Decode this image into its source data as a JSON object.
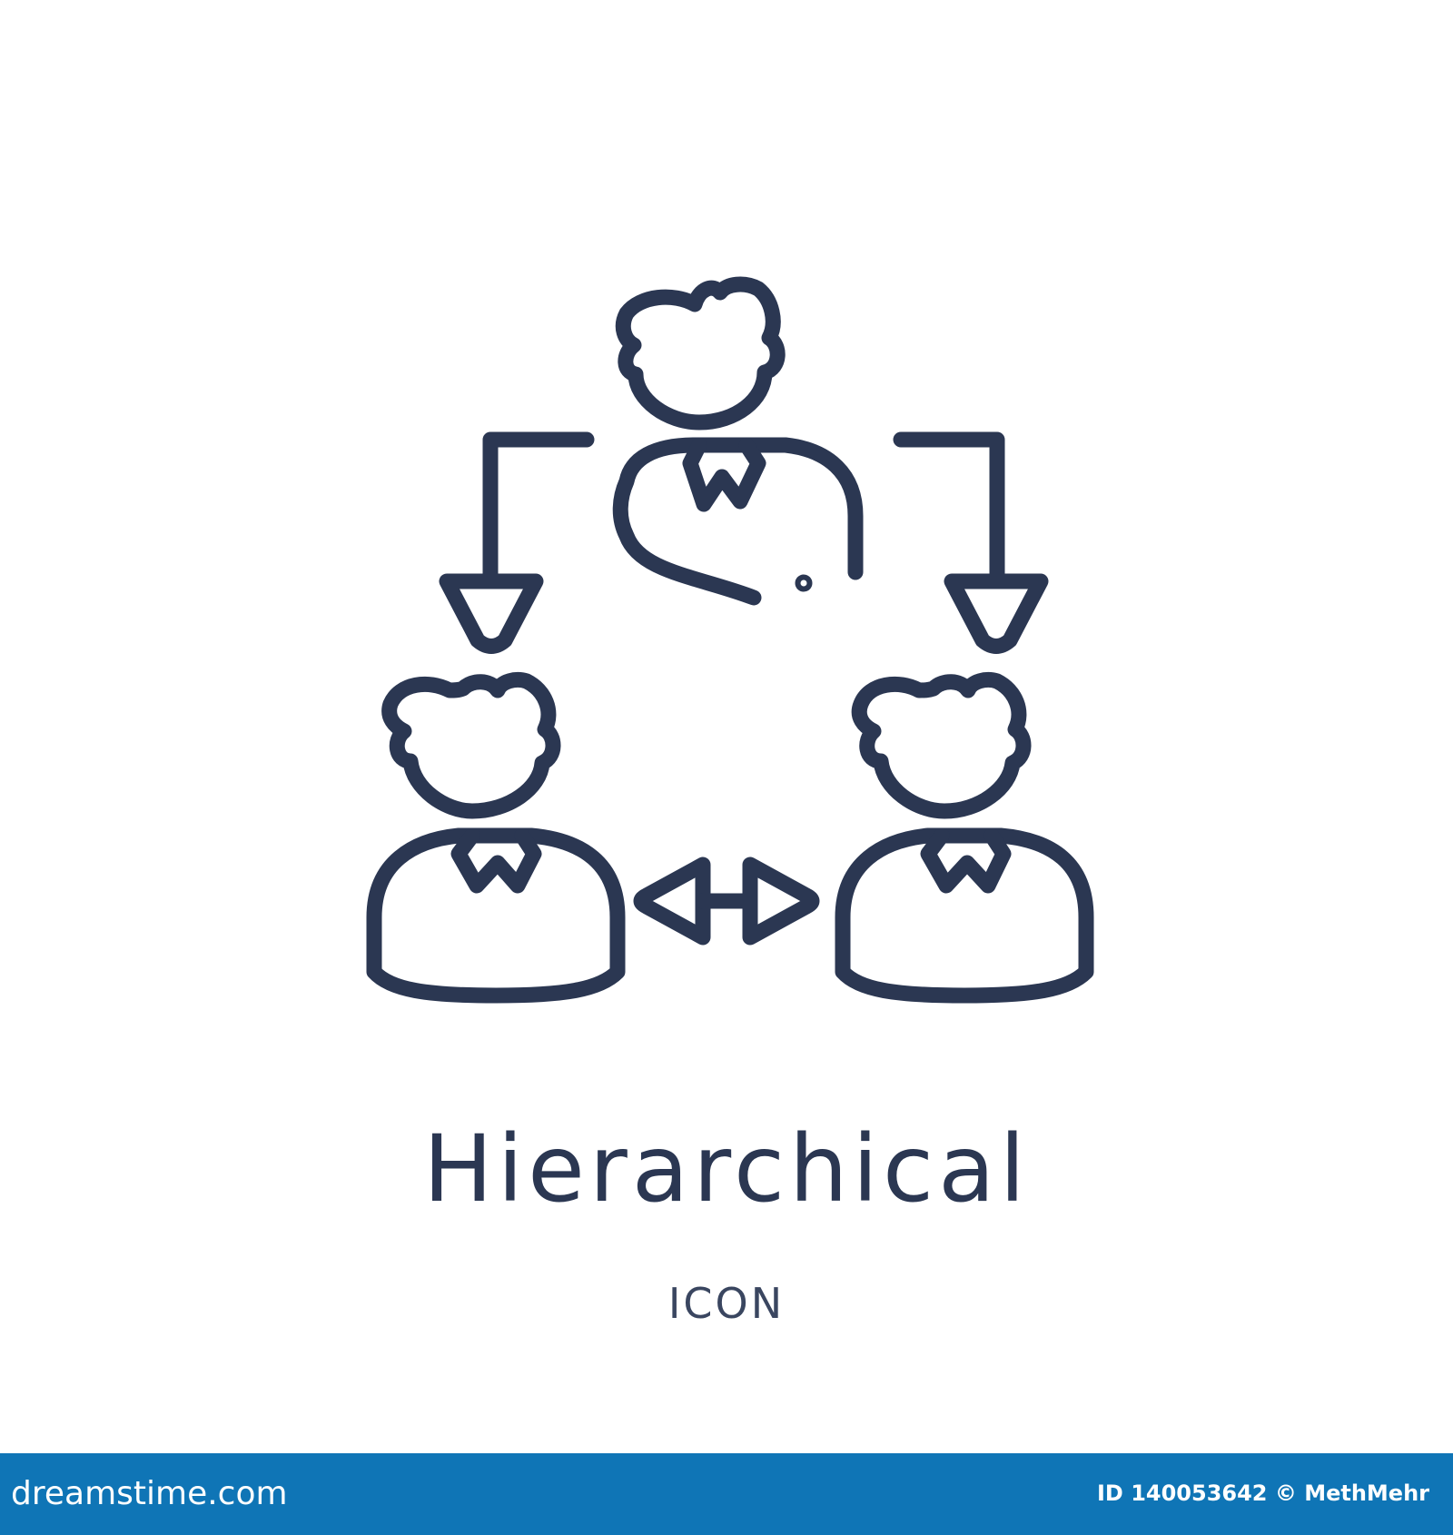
{
  "caption": {
    "title": "Hierarchical",
    "subtitle": "ICON"
  },
  "footer": {
    "logo": "dreamstime.com",
    "credit": "ID 140053642 © MethMehr"
  },
  "colors": {
    "stroke": "#2b3752",
    "footer_bar": "#0f75b6",
    "footer_text": "#ffffff",
    "background": "#ffffff"
  },
  "icons": [
    "hierarchy-people-icon",
    "top-person-icon",
    "left-person-icon",
    "right-person-icon",
    "down-arrow-left-icon",
    "down-arrow-right-icon",
    "bidirectional-arrow-icon"
  ]
}
